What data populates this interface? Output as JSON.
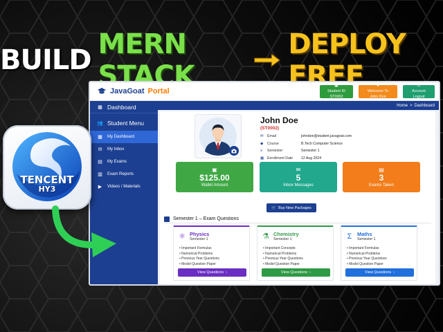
{
  "headline": {
    "part1": "BUILD",
    "part2": "MERN STACK",
    "part3": "DEPLOY FREE"
  },
  "badge": {
    "line1": "TENCENT",
    "line2": "HY3"
  },
  "app": {
    "brand_name": "JavaGoat",
    "brand_suffix": "Portal",
    "top_buttons": [
      {
        "line1": "Student ID",
        "line2": "ST0002"
      },
      {
        "line1": "Welcome To",
        "line2": "John Doe"
      },
      {
        "line1": "Account",
        "line2": "Logout"
      }
    ],
    "breadcrumb": {
      "home": "Home",
      "sep": ">",
      "current": "Dashboard"
    },
    "sidebar": {
      "dashboard": "Dashboard",
      "section": "Student Menu",
      "items": [
        "My Dashboard",
        "My Inbox",
        "My Exams",
        "Exam Reports",
        "Videos / Materials"
      ]
    },
    "profile": {
      "name": "John Doe",
      "id": "(ST0002)",
      "rows": [
        {
          "label": "Email",
          "value": "johndoe@student.javagoat.com"
        },
        {
          "label": "Course",
          "value": "B.Tech Computer Science"
        },
        {
          "label": "Semester",
          "value": "Semester 1"
        },
        {
          "label": "Enrollment Date",
          "value": "12 Aug 2024"
        }
      ]
    },
    "stats": [
      {
        "value": "$125.00",
        "label": "Wallet Amount"
      },
      {
        "value": "5",
        "label": "Inbox Messages"
      },
      {
        "value": "3",
        "label": "Exams Taken"
      }
    ],
    "buy_button": "Buy New Packages",
    "semester_title": "Semester 1 – Exam  Questions",
    "subjects": [
      {
        "name": "Physics",
        "semester": "Semester 1",
        "items": [
          "Important Formulas",
          "Numerical Problems",
          "Previous Year Questions",
          "Model Question Paper"
        ],
        "button": "View Questions"
      },
      {
        "name": "Chemistry",
        "semester": "Semester 1",
        "items": [
          "Important Concepts",
          "Numerical Problems",
          "Previous Year Questions",
          "Model Question Paper"
        ],
        "button": "View Questions"
      },
      {
        "name": "Maths",
        "semester": "Semester 1",
        "items": [
          "Important Formulas",
          "Numerical Problems",
          "Previous Year Questions",
          "Model Question Paper"
        ],
        "button": "View Questions"
      }
    ]
  },
  "colors": {
    "primary": "#1c3f91",
    "accent_orange": "#f28a1c",
    "green": "#3fa845",
    "teal": "#21a88d",
    "orange": "#f27d1a",
    "purple": "#6a2fc2",
    "blue": "#1f6fdc",
    "headline_green": "#7be04a",
    "headline_yellow": "#f7c21c"
  }
}
